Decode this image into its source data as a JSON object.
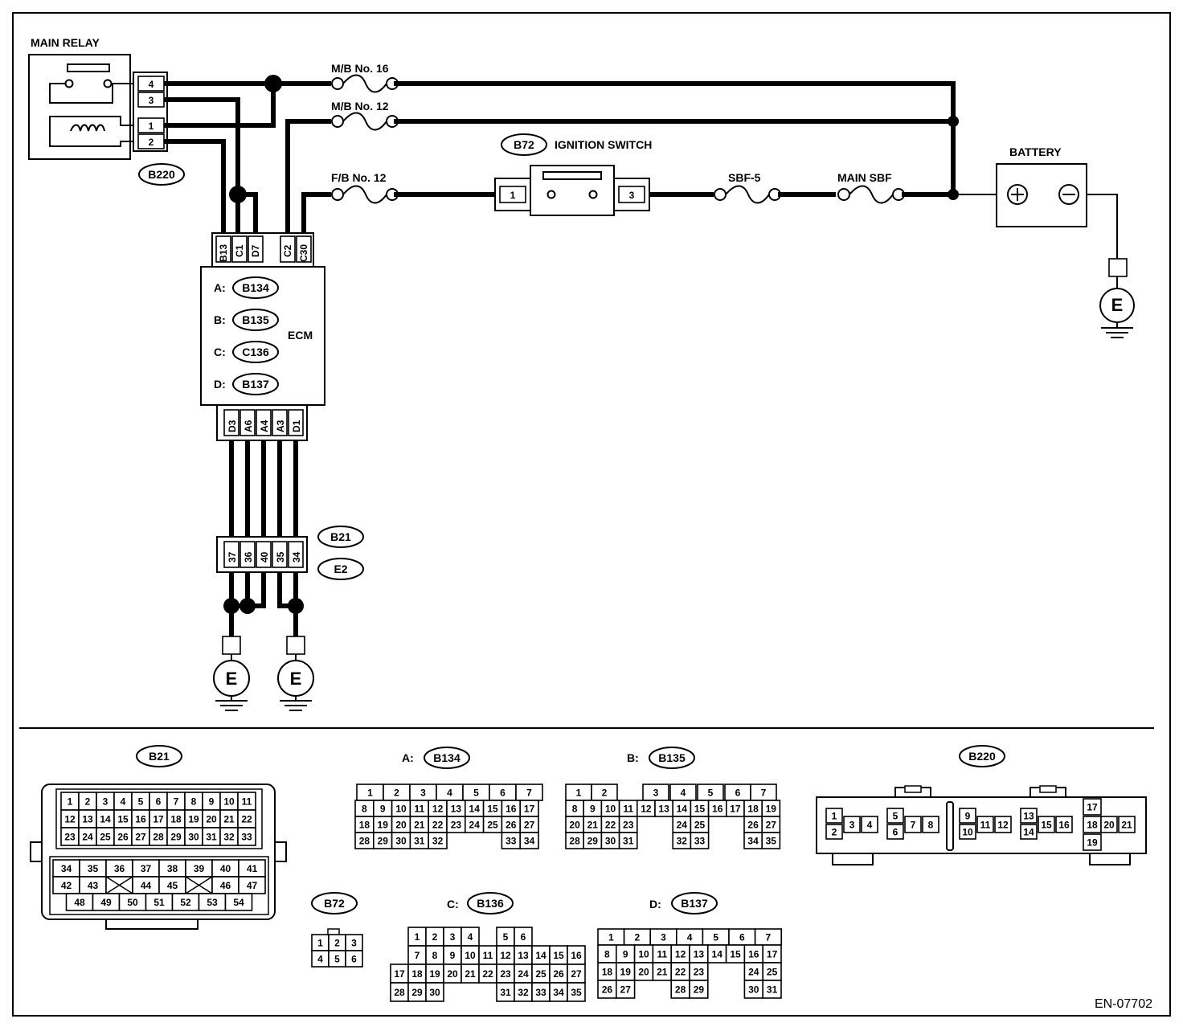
{
  "figure_id": "EN-07702",
  "main_relay": {
    "title": "MAIN RELAY",
    "connector": "B220",
    "pins": [
      "4",
      "3",
      "1",
      "2"
    ]
  },
  "fuses": {
    "mb16": "M/B No. 16",
    "mb12": "M/B No. 12",
    "fb12": "F/B No. 12",
    "sbf5": "SBF-5",
    "main_sbf": "MAIN SBF"
  },
  "ignition_switch": {
    "connector": "B72",
    "label": "IGNITION SWITCH",
    "pin_in": "1",
    "pin_out": "3"
  },
  "battery": {
    "label": "BATTERY",
    "plus": "+",
    "minus": "−"
  },
  "ground_label": "E",
  "ecm": {
    "label": "ECM",
    "top_pins": [
      "B13",
      "C1",
      "D7",
      "C2",
      "C30"
    ],
    "bottom_pins": [
      "D3",
      "A6",
      "A4",
      "A3",
      "D1"
    ],
    "connectors": [
      {
        "prefix": "A:",
        "id": "B134"
      },
      {
        "prefix": "B:",
        "id": "B135"
      },
      {
        "prefix": "C:",
        "id": "C136"
      },
      {
        "prefix": "D:",
        "id": "B137"
      }
    ]
  },
  "joint": {
    "connectors": [
      "B21",
      "E2"
    ],
    "pins": [
      "37",
      "36",
      "40",
      "35",
      "34"
    ]
  },
  "connector_views": {
    "b21": {
      "id": "B21",
      "upper": [
        [
          "1",
          "2",
          "3",
          "4",
          "5",
          "6",
          "7",
          "8",
          "9",
          "10",
          "11"
        ],
        [
          "12",
          "13",
          "14",
          "15",
          "16",
          "17",
          "18",
          "19",
          "20",
          "21",
          "22"
        ],
        [
          "23",
          "24",
          "25",
          "26",
          "27",
          "28",
          "29",
          "30",
          "31",
          "32",
          "33"
        ]
      ],
      "lower": [
        [
          "34",
          "35",
          "36",
          "37",
          "38",
          "39",
          "40",
          "41"
        ],
        [
          "42",
          "43",
          "",
          "44",
          "45",
          "",
          "46",
          "47"
        ],
        [
          "48",
          "49",
          "50",
          "51",
          "52",
          "53",
          "54"
        ]
      ]
    },
    "b134": {
      "prefix": "A:",
      "id": "B134",
      "rows": [
        [
          "1",
          "2",
          "3",
          "4",
          "5",
          "6",
          "7"
        ],
        [
          "8",
          "9",
          "10",
          "11",
          "12",
          "13",
          "14",
          "15",
          "16",
          "17"
        ],
        [
          "18",
          "19",
          "20",
          "21",
          "22",
          "23",
          "24",
          "25",
          "26",
          "27"
        ],
        [
          "28",
          "29",
          "30",
          "31",
          "32",
          "",
          "",
          "",
          "33",
          "34"
        ]
      ]
    },
    "b135": {
      "prefix": "B:",
      "id": "B135",
      "rows": [
        [
          "1",
          "2",
          "",
          "3",
          "4",
          "5",
          "6",
          "7"
        ],
        [
          "8",
          "9",
          "10",
          "11",
          "12",
          "13",
          "14",
          "15",
          "16",
          "17",
          "18",
          "19"
        ],
        [
          "20",
          "21",
          "22",
          "23",
          "",
          "",
          "24",
          "25",
          "",
          "",
          "26",
          "27"
        ],
        [
          "28",
          "29",
          "30",
          "31",
          "",
          "",
          "32",
          "33",
          "",
          "",
          "34",
          "35"
        ]
      ]
    },
    "b220": {
      "id": "B220",
      "pins": [
        "1",
        "2",
        "3",
        "4",
        "5",
        "6",
        "7",
        "8",
        "9",
        "10",
        "11",
        "12",
        "13",
        "14",
        "15",
        "16",
        "17",
        "18",
        "19",
        "20",
        "21"
      ]
    },
    "b72": {
      "id": "B72",
      "rows": [
        [
          "1",
          "2",
          "3"
        ],
        [
          "4",
          "5",
          "6"
        ]
      ]
    },
    "b136": {
      "prefix": "C:",
      "id": "B136",
      "rows": [
        [
          "",
          "1",
          "2",
          "3",
          "4",
          "",
          "5",
          "6"
        ],
        [
          "",
          "7",
          "8",
          "9",
          "10",
          "11",
          "12",
          "13",
          "14",
          "15",
          "16"
        ],
        [
          "17",
          "18",
          "19",
          "20",
          "21",
          "22",
          "23",
          "24",
          "25",
          "26",
          "27"
        ],
        [
          "28",
          "29",
          "30",
          "",
          "",
          "",
          "31",
          "32",
          "33",
          "34",
          "35"
        ]
      ]
    },
    "b137": {
      "prefix": "D:",
      "id": "B137",
      "rows": [
        [
          "1",
          "2",
          "3",
          "4",
          "5",
          "6",
          "7"
        ],
        [
          "8",
          "9",
          "10",
          "11",
          "12",
          "13",
          "14",
          "15",
          "16",
          "17"
        ],
        [
          "18",
          "19",
          "20",
          "21",
          "22",
          "23",
          "",
          "",
          "24",
          "25"
        ],
        [
          "26",
          "27",
          "",
          "",
          "28",
          "29",
          "",
          "",
          "30",
          "31"
        ]
      ]
    }
  }
}
